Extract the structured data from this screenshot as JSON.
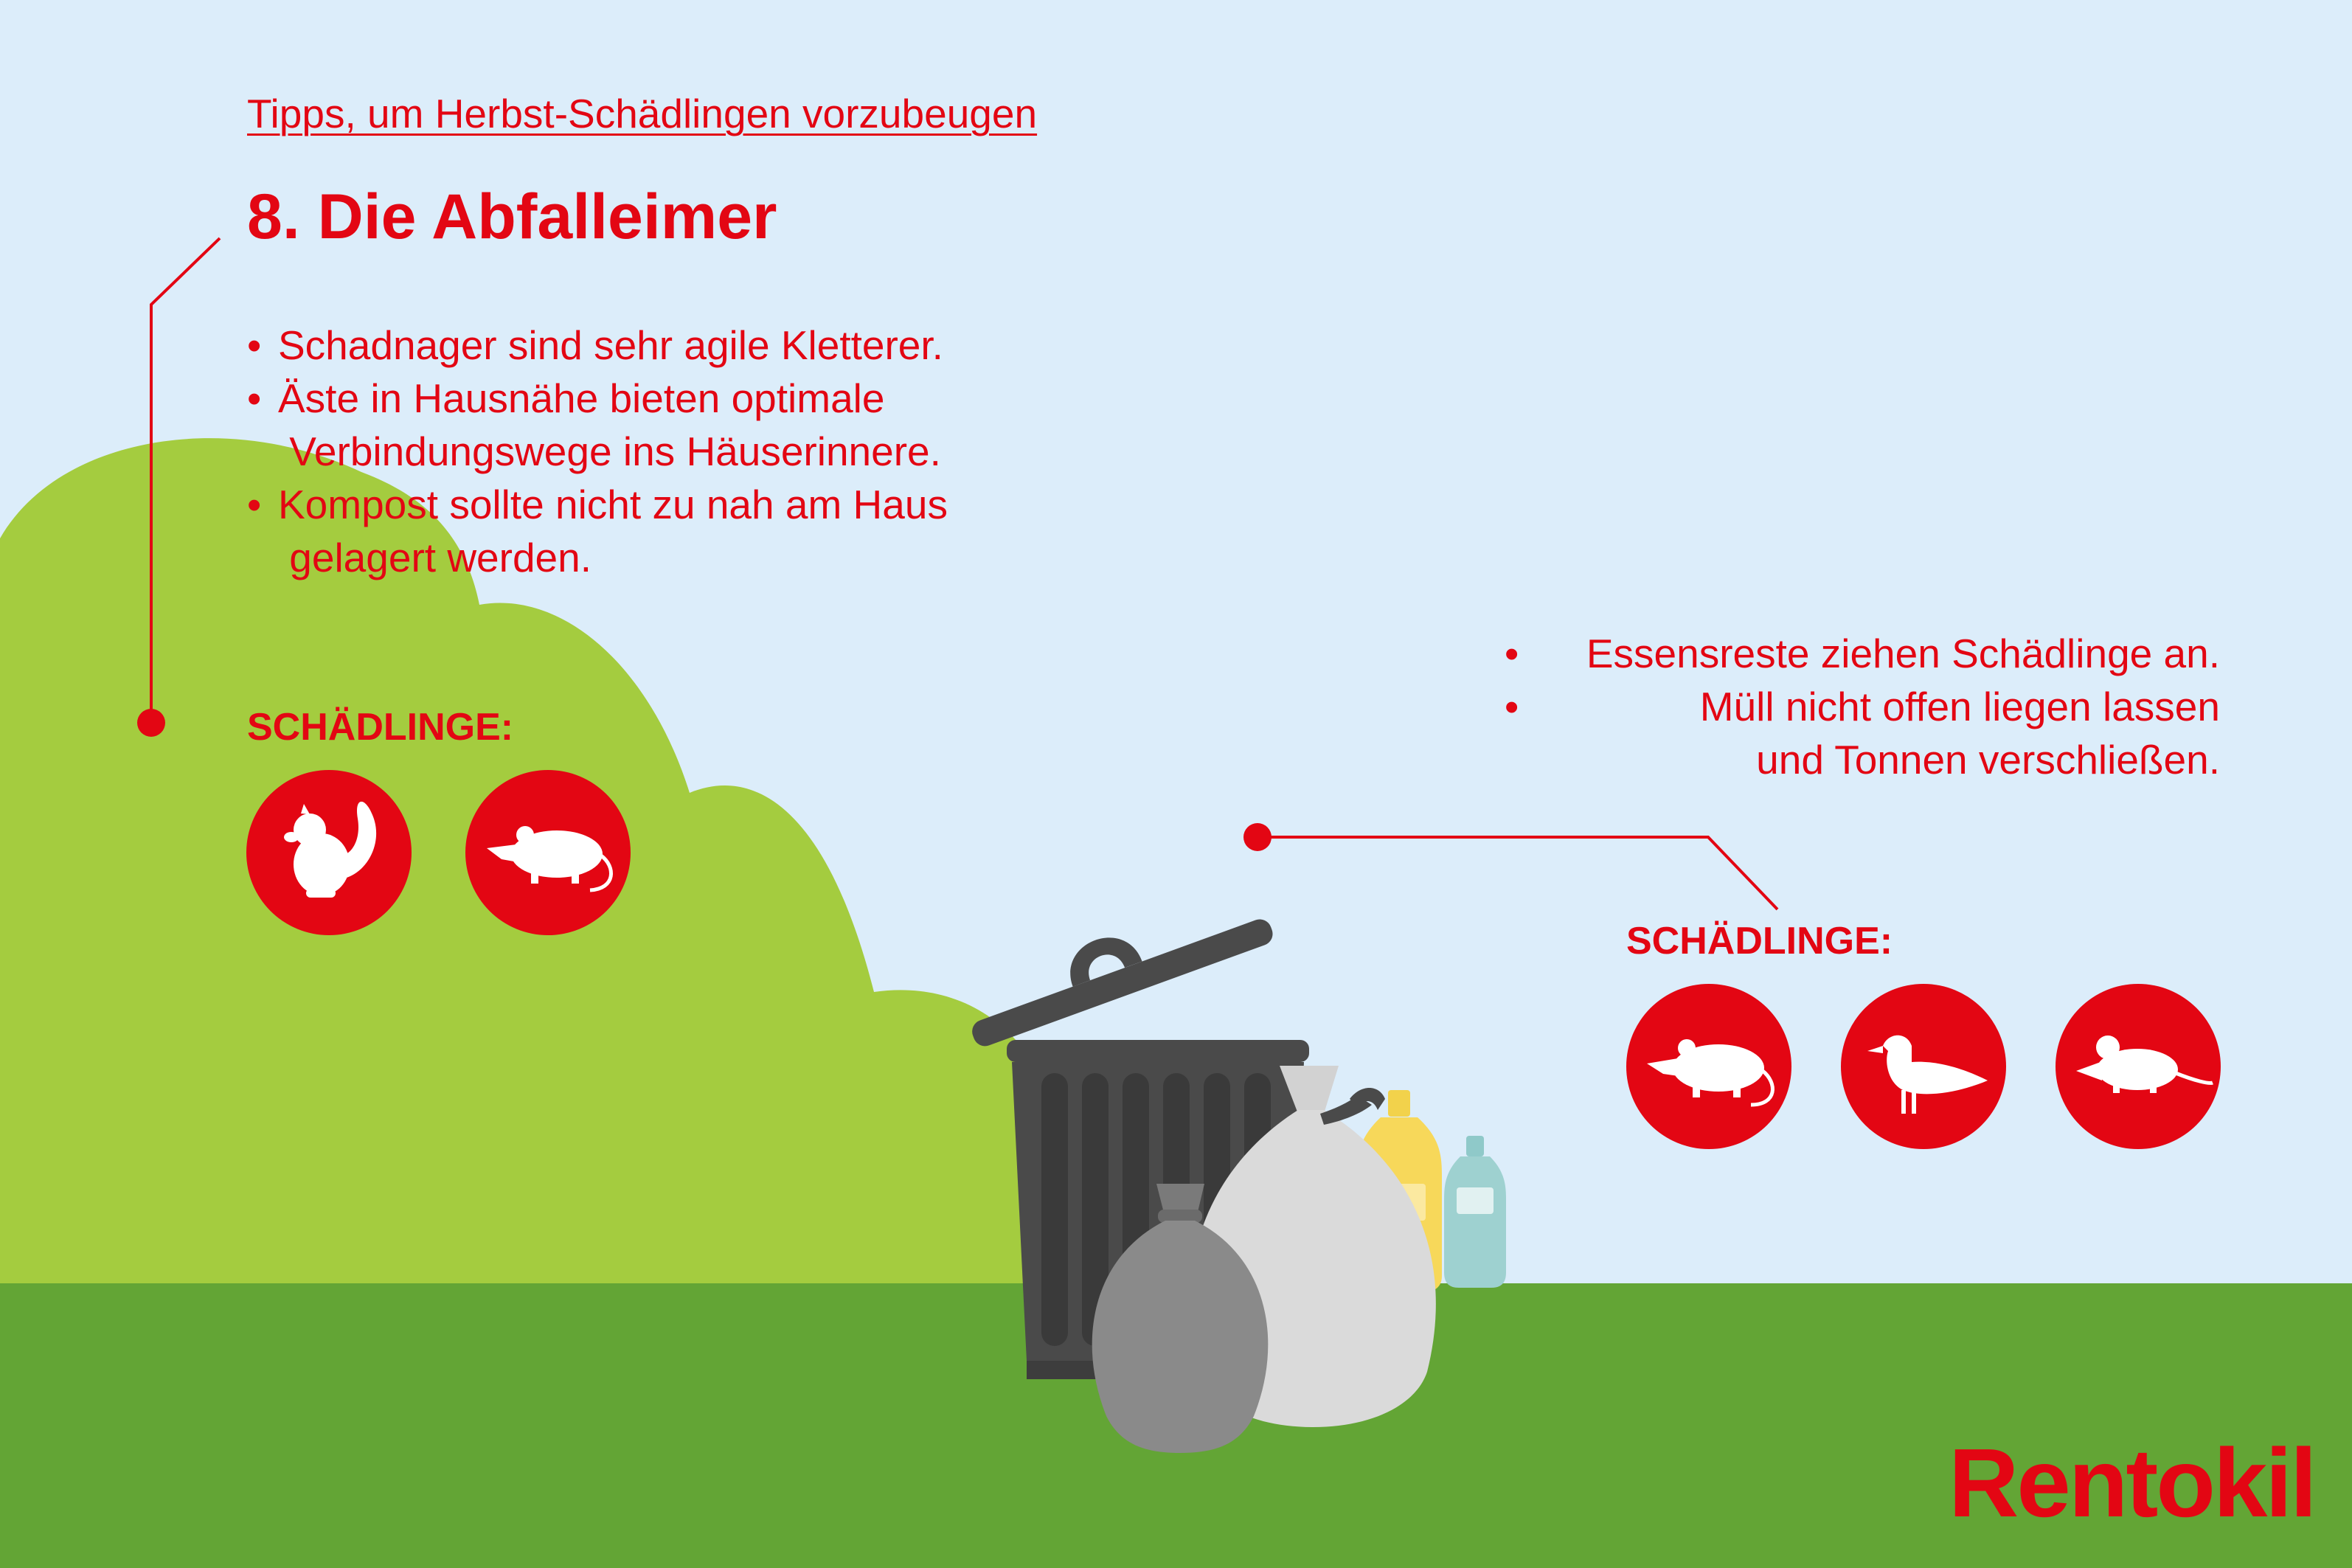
{
  "header": {
    "subtitle": "Tipps, um Herbst-Schädlingen vorzubeugen",
    "title": "8. Die Abfalleimer"
  },
  "tips_left": [
    "Schadnager sind sehr agile Kletterer.",
    "Äste in Hausnähe bieten optimale\n Verbindungswege ins Häuserinnere.",
    "Kompost sollte nicht zu nah am Haus\n gelagert werden."
  ],
  "tips_right": [
    "Essensreste ziehen Schädlinge an.",
    "Müll nicht offen liegen lassen\nund Tonnen verschließen."
  ],
  "pests_left": {
    "label": "SCHÄDLINGE:",
    "icons": [
      "squirrel-icon",
      "rat-icon"
    ]
  },
  "pests_right": {
    "label": "SCHÄDLINGE:",
    "icons": [
      "rat-icon",
      "seagull-icon",
      "mouse-icon"
    ]
  },
  "brand": {
    "logo_text": "Rentokil"
  },
  "colors": {
    "accent": "#e30613",
    "sky": "#dcedfa",
    "bush": "#a4cc3f",
    "ground": "#63a535",
    "bin": "#4a4a4a",
    "bag_dark": "#8a8a8a",
    "bag_light": "#dadada"
  }
}
